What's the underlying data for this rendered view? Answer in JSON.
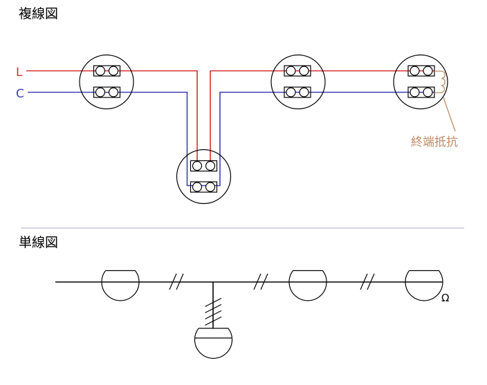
{
  "duplex_diagram": {
    "title": "複線図",
    "live_label": "L",
    "common_label": "C",
    "resistor_label": "終端抵抗",
    "device_count": 4
  },
  "single_line_diagram": {
    "title": "単線図",
    "ohm_label": "Ω",
    "device_count": 4,
    "branch_cable_slash_count": 4,
    "run_cable_slash_count": 2
  },
  "colors": {
    "live_wire": "#d22f2f",
    "common_wire": "#3c40b0",
    "resistor": "#bd8a64",
    "divider": "#c9c9e2",
    "outline": "#000000",
    "device_fill": "#ffffff"
  }
}
